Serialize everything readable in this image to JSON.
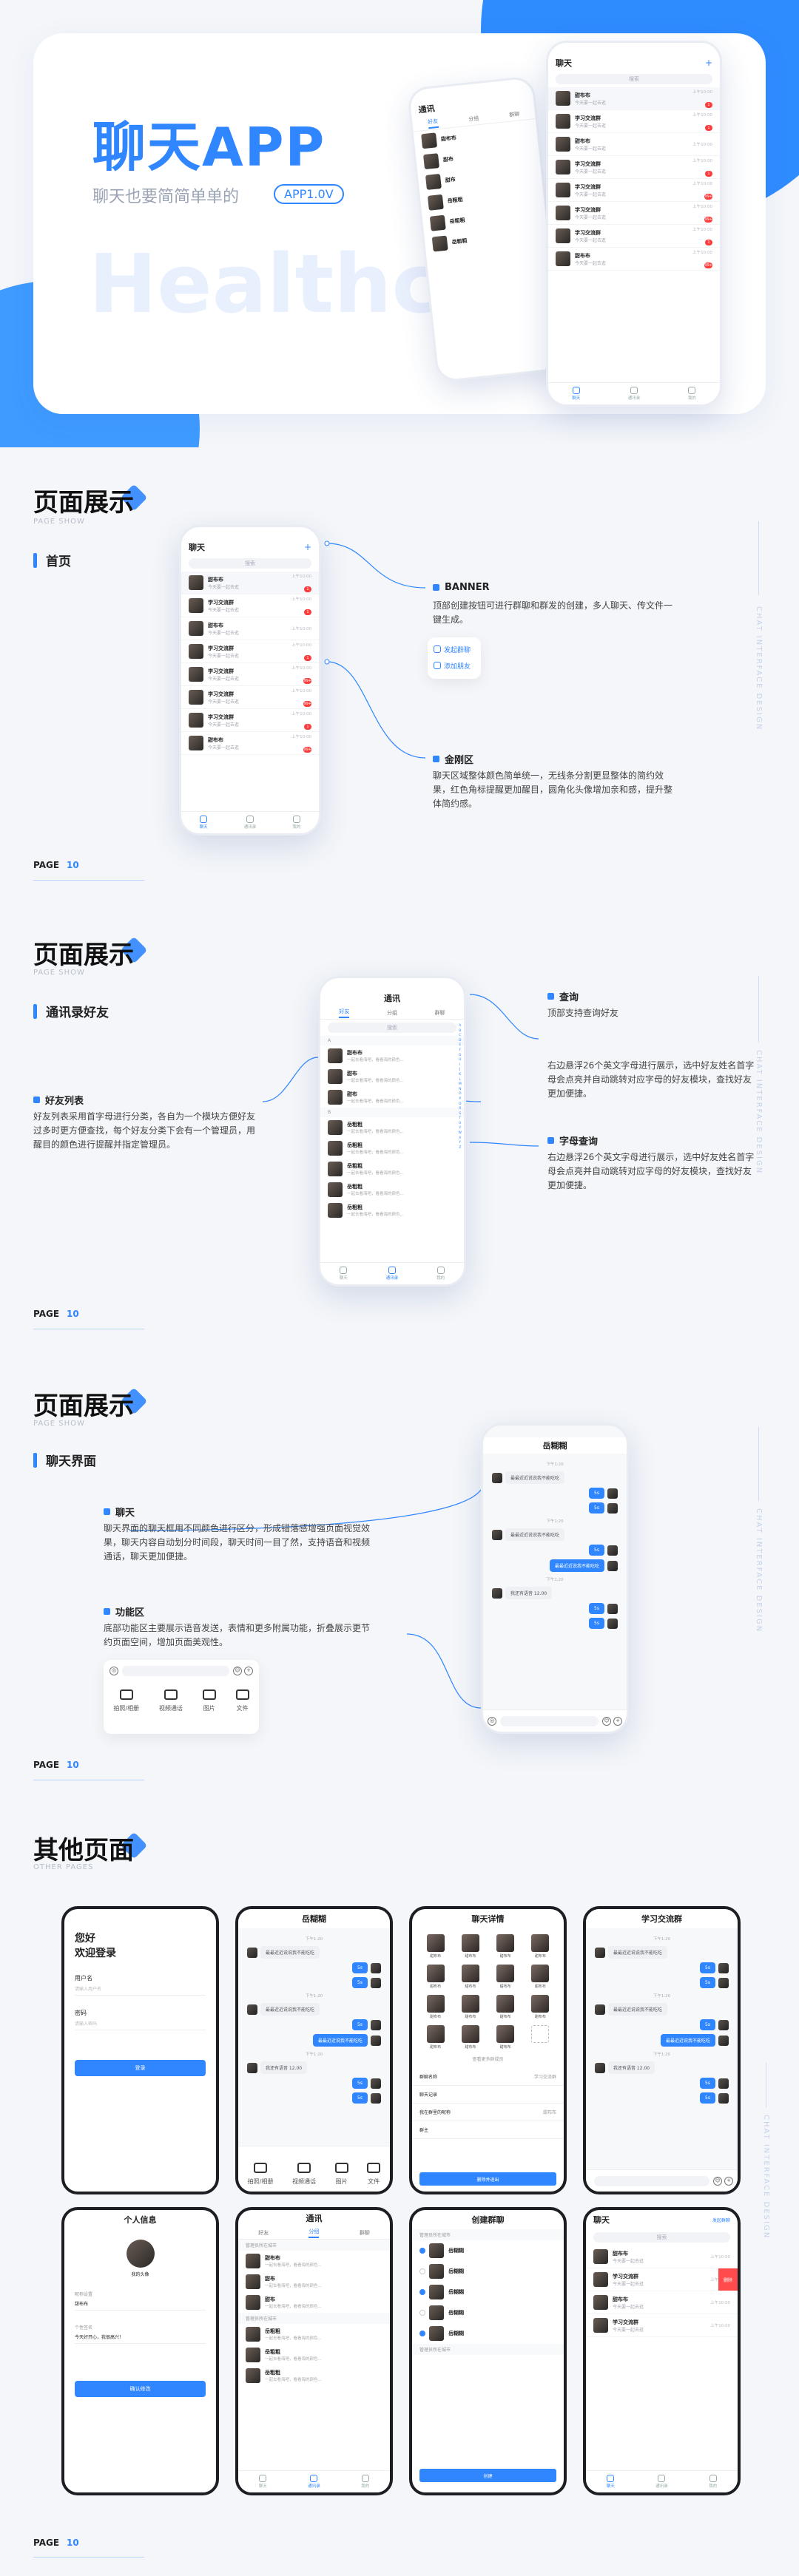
{
  "hero": {
    "title": "聊天APP",
    "subtitle": "聊天也要简简单单的",
    "version": "APP1.0V",
    "watermark": "Healthcare"
  },
  "colors": {
    "accent": "#2f86ff",
    "badge": "#ff3c3c",
    "bg": "#f4f6f9"
  },
  "phone_ui": {
    "chat_title": "聊天",
    "plus": "+",
    "search": "搜索",
    "tabs": [
      "聊天",
      "通讯录",
      "我的"
    ],
    "chats": [
      {
        "name": "甜布布",
        "msg": "今天要一起去逛",
        "time": "上午10:00",
        "badge": "1",
        "pinned": true
      },
      {
        "name": "学习交流群",
        "msg": "今天要一起去逛",
        "time": "上午10:00",
        "badge": "1"
      },
      {
        "name": "甜布布",
        "msg": "今天要一起去逛",
        "time": "上午10:00",
        "badge": ""
      },
      {
        "name": "学习交流群",
        "msg": "今天要一起去逛",
        "time": "上午10:00",
        "badge": "1"
      },
      {
        "name": "学习交流群",
        "msg": "今天要一起去逛",
        "time": "上午10:00",
        "badge": "99+"
      },
      {
        "name": "学习交流群",
        "msg": "今天要一起去逛",
        "time": "上午10:00",
        "badge": "99+"
      },
      {
        "name": "学习交流群",
        "msg": "今天要一起去逛",
        "time": "上午10:00",
        "badge": "1"
      },
      {
        "name": "甜布布",
        "msg": "今天要一起去逛",
        "time": "上午10:00",
        "badge": "99+"
      }
    ]
  },
  "section1": {
    "title": "页面展示",
    "en": "PAGE SHOW",
    "sub": "首页",
    "page_label": "PAGE",
    "page_num": "10",
    "side_text": "CHAT INTERFACE DESIGN",
    "banner_h": "BANNER",
    "banner_t": "顶部创建按钮可进行群聊和群发的创建，多人聊天、传文件一键生成。",
    "banner_btns": [
      "发起群聊",
      "添加朋友"
    ],
    "gold_h": "金刚区",
    "gold_t": "聊天区域整体颜色简单统一，无线条分割更显整体的简约效果，红色角标提醒更加醒目，圆角化头像增加亲和感，提升整体简约感。"
  },
  "section2": {
    "title": "页面展示",
    "en": "PAGE SHOW",
    "sub": "通讯录好友",
    "page_label": "PAGE",
    "page_num": "10",
    "side_text": "CHAT INTERFACE DESIGN",
    "contact_title": "通讯",
    "ctabs": [
      "好友",
      "分组",
      "群聊"
    ],
    "friends_h": "好友列表",
    "friends_t": "好友列表采用首字母进行分类，各自为一个模块方便好友过多时更方便查找，每个好友分类下会有一个管理员，用醒目的颜色进行提醒并指定管理员。",
    "query_h": "查询",
    "query_t": "顶部支持查询好友",
    "alpha_intro": "右边悬浮26个英文字母进行展示，选中好友姓名首字母会点亮并自动跳转对应字母的好友模块，查找好友更加便捷。",
    "alpha_h": "字母查询",
    "alpha_t": "右边悬浮26个英文字母进行展示，选中好友姓名首字母会点亮并自动跳转对应字母的好友模块，查找好友更加便捷。",
    "sections": [
      "A",
      "B"
    ],
    "friends": [
      {
        "name": "甜布布",
        "desc": "一起去看海吧，看看海的颜色..."
      },
      {
        "name": "甜布",
        "desc": "一起去看海吧，看看海的颜色..."
      },
      {
        "name": "甜布",
        "desc": "一起去看海吧，看看海的颜色..."
      },
      {
        "name": "岳粗粗",
        "desc": "一起去看海吧，看看海的颜色..."
      },
      {
        "name": "岳粗粗",
        "desc": "一起去看海吧，看看海的颜色..."
      },
      {
        "name": "岳粗粗",
        "desc": "一起去看海吧，看看海的颜色..."
      },
      {
        "name": "岳粗粗",
        "desc": "一起去看海吧，看看海的颜色..."
      },
      {
        "name": "岳粗粗",
        "desc": "一起去看海吧，看看海的颜色..."
      }
    ]
  },
  "section3": {
    "title": "页面展示",
    "en": "PAGE SHOW",
    "sub": "聊天界面",
    "page_label": "PAGE",
    "page_num": "10",
    "side_text": "CHAT INTERFACE DESIGN",
    "chat_title": "岳糊糊",
    "chat_h": "聊天",
    "chat_t": "聊天界面的聊天框用不同颜色进行区分，形成错落感增强页面视觉效果，聊天内容自动划分时间段，聊天时间一目了然，支持语音和视频通话，聊天更加便捷。",
    "func_h": "功能区",
    "func_t": "底部功能区主要展示语音发送，表情和更多附属功能，折叠展示更节约页面空间，增加页面美观性。",
    "func_items": [
      "拍照/相册",
      "视频通话",
      "图片",
      "文件"
    ],
    "msgs": [
      {
        "side": "l",
        "text": "最最近近说说我不能吃吃"
      },
      {
        "side": "r",
        "text": "5s"
      },
      {
        "side": "r",
        "text": "5s"
      },
      {
        "side": "l",
        "text": "最最近近说说我不能吃吃"
      },
      {
        "side": "r",
        "text": "5s"
      },
      {
        "side": "r",
        "text": "最最近近说我不能吃吃"
      },
      {
        "side": "l",
        "text": "我还有语音 12.00"
      },
      {
        "side": "r",
        "text": "5s"
      },
      {
        "side": "r",
        "text": "5s"
      }
    ],
    "time": "下午1:20"
  },
  "section4": {
    "title": "其他页面",
    "en": "OTHER PAGES",
    "page_label": "PAGE",
    "page_num": "10",
    "side_text": "CHAT INTERFACE DESIGN",
    "login": {
      "greet": "您好",
      "welcome": "欢迎登录",
      "user_label": "用户名",
      "user_ph": "请输入用户名",
      "pwd_label": "密码",
      "pwd_ph": "请输入密码",
      "btn": "登录"
    },
    "chat_detail_title": "聊天详情",
    "study_title": "学习交流群",
    "create_title": "创建群聊",
    "profile_title": "个人信息",
    "profile": {
      "avatar": "我的头像",
      "name_label": "昵称设置",
      "name": "甜布布",
      "sign_label": "个性签名",
      "sign": "今天好开心，我很高兴！",
      "btn": "确认修改"
    },
    "settings": [
      {
        "k": "群聊名称",
        "v": "学习交流群"
      },
      {
        "k": "聊天记录",
        "v": ""
      },
      {
        "k": "我在群里的昵称",
        "v": "甜布布"
      },
      {
        "k": "群主",
        "v": ""
      }
    ],
    "exit_btn": "删除并退出",
    "create_btn": "创建",
    "create_sections": [
      "管理员所在城市",
      "管理员所在城市"
    ],
    "create_names": [
      "岳糊糊",
      "岳糊糊",
      "岳糊糊",
      "岳糊糊",
      "岳糊糊"
    ],
    "delete_label": "删除",
    "start_chat": "发起群聊",
    "group_names": [
      "甜布布",
      "学习交流群",
      "甜布布",
      "学习交流群"
    ],
    "grid_names": [
      "甜布布",
      "甜布布",
      "甜布布",
      "甜布布",
      "甜布布",
      "甜布布",
      "甜布布",
      "甜布布",
      "甜布布",
      "甜布布",
      "甜布布",
      "甜布布",
      "甜布布",
      "甜布布",
      "甜布布"
    ],
    "more_members": "查看更多群成员"
  }
}
